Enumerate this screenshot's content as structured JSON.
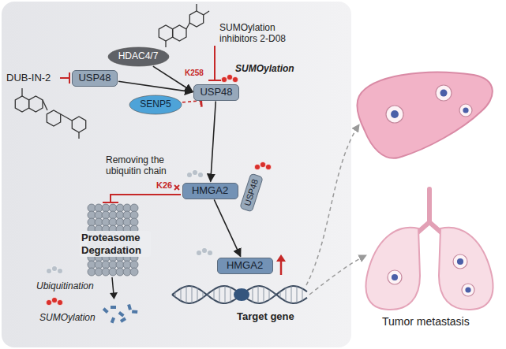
{
  "diagram": {
    "nodes": [
      {
        "text": [
          "USP48"
        ]
      },
      {
        "text": [
          "HDAC4/7"
        ]
      },
      {
        "text": [
          "SENP5"
        ]
      },
      {
        "text": [
          "USP48"
        ]
      },
      {
        "text": [
          "HMGA2"
        ]
      },
      {
        "text": [
          "USP48"
        ]
      },
      {
        "text": [
          "HMGA2"
        ]
      }
    ],
    "edges": [
      {
        "from": 0,
        "to": 3,
        "arrow": "to"
      },
      {
        "from": 1,
        "to": 3,
        "arrow": "to"
      },
      {
        "from": 2,
        "to": 3,
        "arrow": "to"
      },
      {
        "from": 3,
        "to": 4,
        "arrow": "to"
      },
      {
        "from": 4,
        "to": 6,
        "arrow": "to"
      }
    ],
    "labels": [
      "SUMOylation inhibitors 2-D08",
      "DUB-IN-2",
      "SUMOylation",
      "K258",
      "Removing the ubiquitin chain",
      "K26",
      "Proteasome Degradation",
      "Target gene",
      "Tumor metastasis"
    ],
    "legend": [
      {
        "text": "Ubiquitination"
      },
      {
        "text": "SUMOylation"
      }
    ]
  }
}
